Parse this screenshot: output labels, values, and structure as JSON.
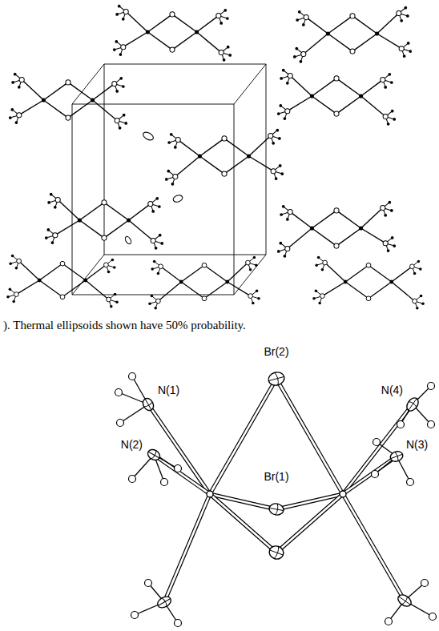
{
  "diagram": {
    "caption": "). Thermal ellipsoids shown have 50% probability.",
    "labels": [
      "Br(2)",
      "N(1)",
      "N(4)",
      "N(2)",
      "Br(1)",
      "N(3)"
    ]
  }
}
